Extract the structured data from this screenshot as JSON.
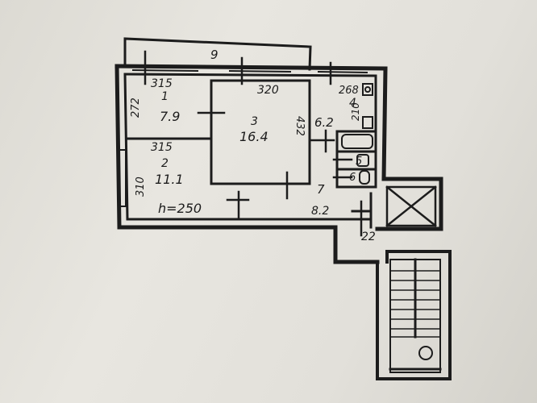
{
  "plan": {
    "balcony_length": "9",
    "ceiling_height": "h=250",
    "rooms": [
      {
        "number": "1",
        "width": "315",
        "depth": "272",
        "area": "7.9"
      },
      {
        "number": "2",
        "width": "315",
        "depth": "310",
        "area": "11.1"
      },
      {
        "number": "3",
        "width": "320",
        "depth": "432",
        "area": "16.4"
      },
      {
        "number": "4",
        "width": "268",
        "depth": "210",
        "area": "6.2"
      },
      {
        "number": "5"
      },
      {
        "number": "6"
      },
      {
        "number": "7",
        "area": "8.2"
      }
    ],
    "entry_dimension": "22"
  },
  "colors": {
    "paper": "#e4e2dc",
    "ink": "#1c1c1c"
  }
}
